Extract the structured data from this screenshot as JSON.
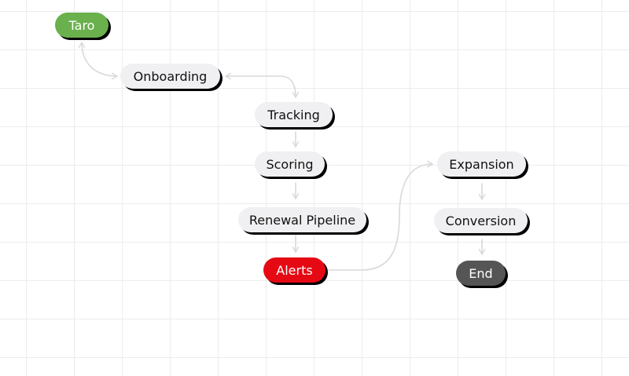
{
  "diagram": {
    "nodes": [
      {
        "id": "taro",
        "label": "Taro",
        "kind": "start"
      },
      {
        "id": "onboarding",
        "label": "Onboarding",
        "kind": "step"
      },
      {
        "id": "tracking",
        "label": "Tracking",
        "kind": "step"
      },
      {
        "id": "scoring",
        "label": "Scoring",
        "kind": "step"
      },
      {
        "id": "renewal",
        "label": "Renewal Pipeline",
        "kind": "step"
      },
      {
        "id": "alerts",
        "label": "Alerts",
        "kind": "alert"
      },
      {
        "id": "expansion",
        "label": "Expansion",
        "kind": "step"
      },
      {
        "id": "conversion",
        "label": "Conversion",
        "kind": "step"
      },
      {
        "id": "end",
        "label": "End",
        "kind": "end"
      }
    ],
    "edges": [
      {
        "from": "taro",
        "to": "onboarding",
        "bidirectional": true
      },
      {
        "from": "onboarding",
        "to": "tracking",
        "bidirectional": true
      },
      {
        "from": "tracking",
        "to": "scoring"
      },
      {
        "from": "scoring",
        "to": "renewal"
      },
      {
        "from": "renewal",
        "to": "alerts"
      },
      {
        "from": "alerts",
        "to": "expansion"
      },
      {
        "from": "expansion",
        "to": "conversion"
      },
      {
        "from": "conversion",
        "to": "end"
      }
    ],
    "colors": {
      "start": "#6ab04c",
      "alert": "#e50914",
      "end": "#555555",
      "step": "#f0f0f2",
      "edge": "#d9d9d9"
    }
  }
}
